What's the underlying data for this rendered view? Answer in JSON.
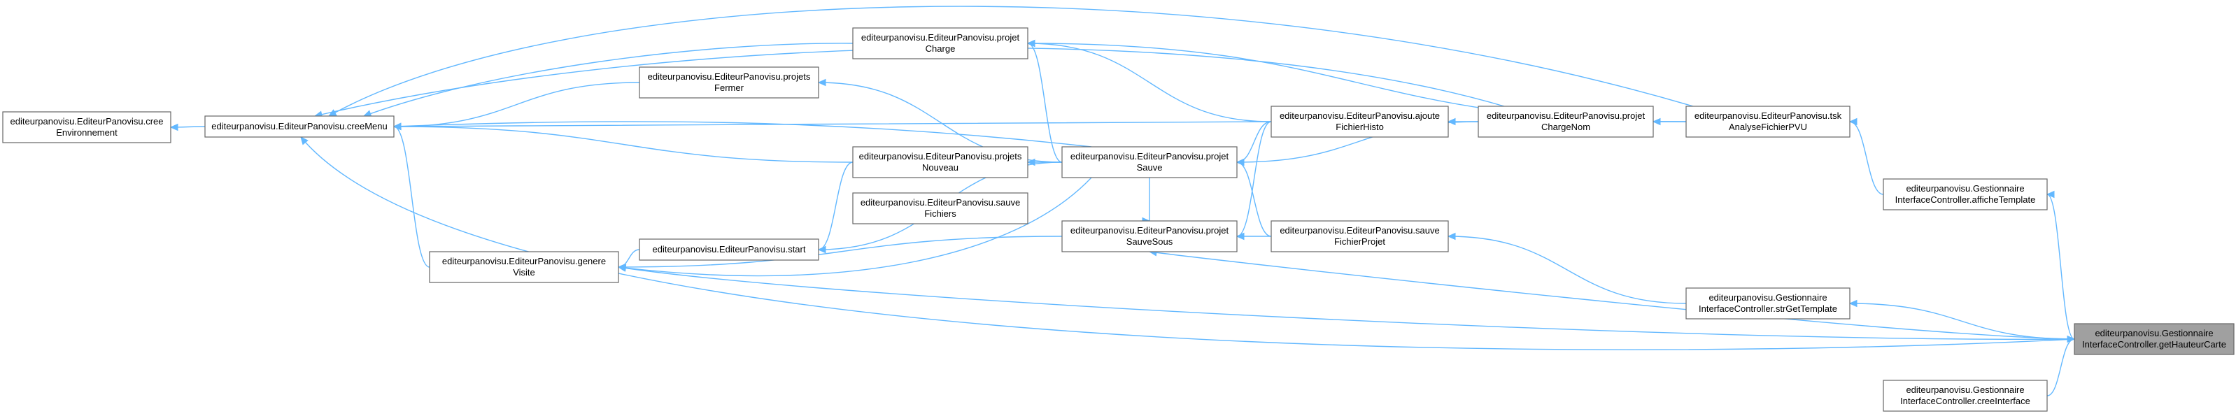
{
  "diagram": {
    "nodes": [
      {
        "id": "creeEnvironnement",
        "lines": [
          "editeurpanovisu.EditeurPanovisu.cree",
          "Environnement"
        ],
        "highlight": false
      },
      {
        "id": "creeMenu",
        "lines": [
          "editeurpanovisu.EditeurPanovisu.creeMenu"
        ],
        "highlight": false
      },
      {
        "id": "genereVisite",
        "lines": [
          "editeurpanovisu.EditeurPanovisu.genere",
          "Visite"
        ],
        "highlight": false
      },
      {
        "id": "projetCharge",
        "lines": [
          "editeurpanovisu.EditeurPanovisu.projet",
          "Charge"
        ],
        "highlight": false
      },
      {
        "id": "projetsFermer",
        "lines": [
          "editeurpanovisu.EditeurPanovisu.projets",
          "Fermer"
        ],
        "highlight": false
      },
      {
        "id": "projetsNouveau",
        "lines": [
          "editeurpanovisu.EditeurPanovisu.projets",
          "Nouveau"
        ],
        "highlight": false
      },
      {
        "id": "sauveFichiers",
        "lines": [
          "editeurpanovisu.EditeurPanovisu.sauve",
          "Fichiers"
        ],
        "highlight": false
      },
      {
        "id": "start",
        "lines": [
          "editeurpanovisu.EditeurPanovisu.start"
        ],
        "highlight": false
      },
      {
        "id": "projetSauve",
        "lines": [
          "editeurpanovisu.EditeurPanovisu.projet",
          "Sauve"
        ],
        "highlight": false
      },
      {
        "id": "projetSauveSous",
        "lines": [
          "editeurpanovisu.EditeurPanovisu.projet",
          "SauveSous"
        ],
        "highlight": false
      },
      {
        "id": "ajouteFichierHisto",
        "lines": [
          "editeurpanovisu.EditeurPanovisu.ajoute",
          "FichierHisto"
        ],
        "highlight": false
      },
      {
        "id": "sauveFichierProjet",
        "lines": [
          "editeurpanovisu.EditeurPanovisu.sauve",
          "FichierProjet"
        ],
        "highlight": false
      },
      {
        "id": "projetChargeNom",
        "lines": [
          "editeurpanovisu.EditeurPanovisu.projet",
          "ChargeNom"
        ],
        "highlight": false
      },
      {
        "id": "tskAnalyse",
        "lines": [
          "editeurpanovisu.EditeurPanovisu.tsk",
          "AnalyseFichierPVU"
        ],
        "highlight": false
      },
      {
        "id": "strGetTemplate",
        "lines": [
          "editeurpanovisu.Gestionnaire",
          "InterfaceController.strGetTemplate"
        ],
        "highlight": false
      },
      {
        "id": "afficheTemplate",
        "lines": [
          "editeurpanovisu.Gestionnaire",
          "InterfaceController.afficheTemplate"
        ],
        "highlight": false
      },
      {
        "id": "getHauteurCarte",
        "lines": [
          "editeurpanovisu.Gestionnaire",
          "InterfaceController.getHauteurCarte"
        ],
        "highlight": true
      },
      {
        "id": "creeInterface",
        "lines": [
          "editeurpanovisu.Gestionnaire",
          "InterfaceController.creeInterface"
        ],
        "highlight": false
      }
    ],
    "edges": [
      {
        "from": "creeMenu",
        "to": "creeEnvironnement"
      },
      {
        "from": "genereVisite",
        "to": "creeMenu"
      },
      {
        "from": "projetCharge",
        "to": "creeMenu"
      },
      {
        "from": "projetsFermer",
        "to": "creeMenu"
      },
      {
        "from": "projetsNouveau",
        "to": "creeMenu"
      },
      {
        "from": "projetSauve",
        "to": "creeMenu"
      },
      {
        "from": "projetChargeNom",
        "to": "creeMenu"
      },
      {
        "from": "getHauteurCarte",
        "to": "creeMenu"
      },
      {
        "from": "start",
        "to": "genereVisite"
      },
      {
        "from": "projetSauve",
        "to": "genereVisite"
      },
      {
        "from": "getHauteurCarte",
        "to": "genereVisite"
      },
      {
        "from": "projetsNouveau",
        "to": "start"
      },
      {
        "from": "projetSauve",
        "to": "start"
      },
      {
        "from": "projetSauve",
        "to": "projetsNouveau"
      },
      {
        "from": "projetSauve",
        "to": "projetCharge"
      },
      {
        "from": "projetSauve",
        "to": "projetsFermer"
      },
      {
        "from": "projetSauve",
        "to": "projetSauveSous"
      },
      {
        "from": "projetSauveSous",
        "to": "genereVisite"
      },
      {
        "from": "ajouteFichierHisto",
        "to": "projetCharge"
      },
      {
        "from": "ajouteFichierHisto",
        "to": "projetSauve"
      },
      {
        "from": "ajouteFichierHisto",
        "to": "projetSauveSous"
      },
      {
        "from": "ajouteFichierHisto",
        "to": "creeMenu"
      },
      {
        "from": "sauveFichierProjet",
        "to": "projetSauve"
      },
      {
        "from": "sauveFichierProjet",
        "to": "projetSauveSous"
      },
      {
        "from": "projetChargeNom",
        "to": "ajouteFichierHisto"
      },
      {
        "from": "projetChargeNom",
        "to": "projetSauve"
      },
      {
        "from": "tskAnalyse",
        "to": "projetChargeNom"
      },
      {
        "from": "tskAnalyse",
        "to": "projetCharge"
      },
      {
        "from": "tskAnalyse",
        "to": "creeMenu"
      },
      {
        "from": "strGetTemplate",
        "to": "sauveFichierProjet"
      },
      {
        "from": "afficheTemplate",
        "to": "tskAnalyse"
      },
      {
        "from": "getHauteurCarte",
        "to": "strGetTemplate"
      },
      {
        "from": "getHauteurCarte",
        "to": "afficheTemplate"
      },
      {
        "from": "getHauteurCarte",
        "to": "projetSauveSous"
      },
      {
        "from": "creeInterface",
        "to": "getHauteurCarte"
      }
    ]
  },
  "colors": {
    "edge": "#63b8ff",
    "node_border": "#666666",
    "highlight_fill": "#a0a0a0"
  }
}
